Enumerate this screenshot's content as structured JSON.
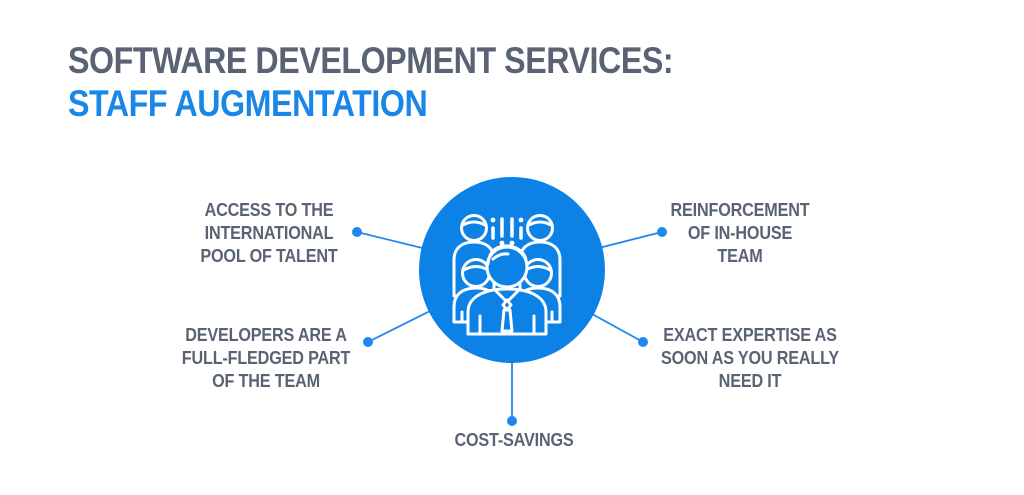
{
  "title": {
    "line1": "SOFTWARE DEVELOPMENT SERVICES:",
    "line2": "STAFF AUGMENTATION"
  },
  "diagram": {
    "center_icon": "team-people-icon",
    "nodes": [
      {
        "id": "talent",
        "label": "ACCESS TO THE\nINTERNATIONAL\nPOOL OF TALENT"
      },
      {
        "id": "reinforcement",
        "label": "REINFORCEMENT\nOF IN-HOUSE\nTEAM"
      },
      {
        "id": "developers",
        "label": "DEVELOPERS ARE A\nFULL-FLEDGED PART\nOF THE TEAM"
      },
      {
        "id": "expertise",
        "label": "EXACT EXPERTISE AS\nSOON AS YOU REALLY\nNEED IT"
      },
      {
        "id": "cost",
        "label": "COST-SAVINGS"
      }
    ]
  },
  "colors": {
    "bg": "#ffffff",
    "ink": "#5a6373",
    "title_blue": "#1a86e8",
    "circle_blue": "#0c82e6",
    "connector_blue": "#1e88ee",
    "icon_stroke": "#ffffff"
  }
}
